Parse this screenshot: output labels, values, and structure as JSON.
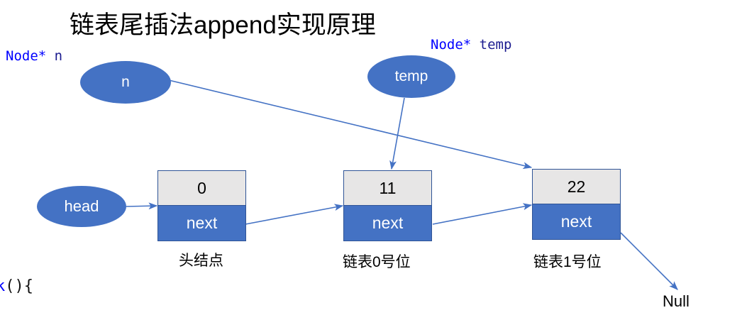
{
  "title": "链表尾插法append实现原理",
  "annotations": {
    "pointer_n": {
      "type": "Node*",
      "name": "n"
    },
    "pointer_temp": {
      "type": "Node*",
      "name": "temp"
    },
    "code_fragment": {
      "keyword": "k",
      "rest": "(){"
    }
  },
  "pointers": [
    {
      "id": "n",
      "label": "n"
    },
    {
      "id": "temp",
      "label": "temp"
    },
    {
      "id": "head",
      "label": "head"
    }
  ],
  "nodes": [
    {
      "id": "node-0",
      "value": "0",
      "next_label": "next",
      "caption": "头结点"
    },
    {
      "id": "node-1",
      "value": "11",
      "next_label": "next",
      "caption": "链表0号位"
    },
    {
      "id": "node-2",
      "value": "22",
      "next_label": "next",
      "caption": "链表1号位"
    }
  ],
  "terminal": {
    "label": "Null"
  },
  "colors": {
    "accent_blue": "#4472c4",
    "node_border": "#2f5496",
    "value_gray": "#e7e6e6",
    "arrow": "#4472c4",
    "keyword_blue": "#0000ff",
    "var_navy": "#1b1b8f",
    "text_black": "#000000",
    "background": "#ffffff"
  },
  "connectors": [
    {
      "from": "head",
      "to": "node-0",
      "kind": "arrow"
    },
    {
      "from": "node-0",
      "to": "node-1",
      "kind": "arrow"
    },
    {
      "from": "node-1",
      "to": "node-2",
      "kind": "arrow"
    },
    {
      "from": "n",
      "to": "node-2",
      "kind": "arrow"
    },
    {
      "from": "temp",
      "to": "node-1",
      "kind": "arrow"
    },
    {
      "from": "node-2",
      "to": "Null",
      "kind": "arrow"
    }
  ]
}
